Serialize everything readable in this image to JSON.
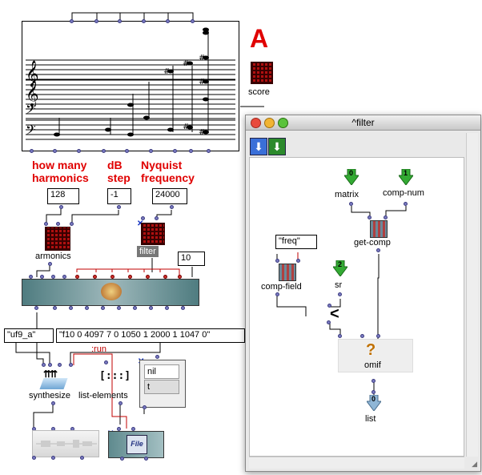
{
  "main_patch": {
    "score_label": "score",
    "letter_a": "A",
    "titles": {
      "harmonics": "how many\nharmonics",
      "db_step": "dB\nstep",
      "nyquist": "Nyquist\nfrequency"
    },
    "values": {
      "harmonics": "128",
      "db_step": "-1",
      "nyquist": "24000",
      "ten": "10"
    },
    "armonics_label": "armonics",
    "filter_label": "filter",
    "string_uf9a": "\"uf9_a\"",
    "string_f10": "\"f10 0 4097 7 0 1050 1 2000 1 1047 0\"",
    "run_label": ":run",
    "synthesize_label": "synthesize",
    "list_elements_label": "list-elements",
    "list_items": [
      "nil",
      "t"
    ],
    "file_label": "File"
  },
  "filter_window": {
    "title": "^filter",
    "matrix_label": "matrix",
    "matrix_index": "0",
    "comp_num_label": "comp-num",
    "comp_num_index": "1",
    "get_comp_label": "get-comp",
    "freq_string": "\"freq\"",
    "comp_field_label": "comp-field",
    "sr_label": "sr",
    "sr_index": "2",
    "omif_label": "omif",
    "list_label": "list",
    "list_index": "0"
  },
  "colors": {
    "accent_red": "#e00000",
    "arrow_green": "#33aa33",
    "arrow_blue": "#7aa6c8"
  }
}
